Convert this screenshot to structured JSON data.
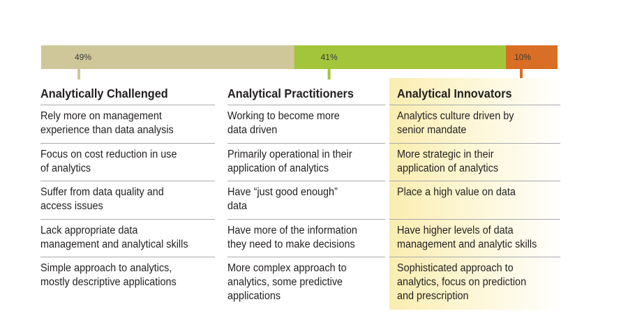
{
  "chart_data": {
    "type": "bar",
    "orientation": "horizontal-stacked",
    "series": [
      {
        "name": "Analytically Challenged",
        "value": 49,
        "label": "49%",
        "color": "#cfc79a"
      },
      {
        "name": "Analytical Practitioners",
        "value": 41,
        "label": "41%",
        "color": "#a3c53b"
      },
      {
        "name": "Analytical Innovators",
        "value": 10,
        "label": "10%",
        "color": "#d96f24"
      }
    ]
  },
  "columns": [
    {
      "title": "Analytically Challenged",
      "rows": [
        [
          "Rely more on management",
          "experience than data analysis"
        ],
        [
          "Focus on cost reduction in use",
          "of analytics"
        ],
        [
          "Suffer from data quality and",
          "access issues"
        ],
        [
          "Lack appropriate data",
          "management and analytical skills"
        ],
        [
          "Simple approach to analytics,",
          "mostly descriptive applications"
        ]
      ]
    },
    {
      "title": "Analytical Practitioners",
      "rows": [
        [
          "Working to become more",
          "data driven"
        ],
        [
          "Primarily operational in their",
          "application of analytics"
        ],
        [
          "Have “just good enough”",
          "data"
        ],
        [
          "Have more of the information",
          "they need to make decisions"
        ],
        [
          "More complex approach to",
          "analytics, some predictive",
          "applications"
        ]
      ]
    },
    {
      "title": "Analytical Innovators",
      "rows": [
        [
          "Analytics culture driven by",
          "senior mandate"
        ],
        [
          "More strategic in their",
          "application of analytics"
        ],
        [
          "Place a high value on data"
        ],
        [
          "Have higher levels of data",
          "management and analytic skills"
        ],
        [
          "Sophisticated approach to",
          "analytics, focus on prediction",
          "and prescription"
        ]
      ]
    }
  ]
}
